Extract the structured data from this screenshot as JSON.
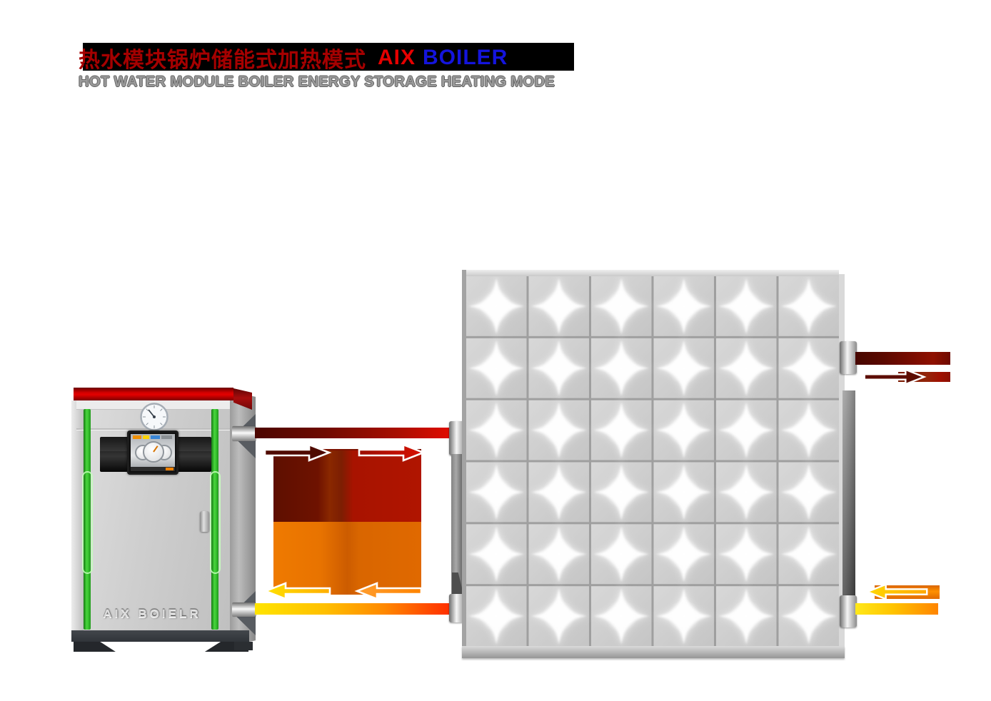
{
  "header": {
    "bar_color": "#000000",
    "title_cn": "热水模块锅炉储能式加热模式",
    "title_cn_color": "#a50000",
    "brand_word_1": "AIX",
    "brand_color_1": "#e60000",
    "brand_word_2": "BOILER",
    "brand_color_2": "#1414dd",
    "subtitle": "HOT WATER MODULE BOILER ENERGY STORAGE HEATING MODE",
    "subtitle_color": "#9a9a9a"
  },
  "boiler": {
    "brand_label": "AIX BOIELR",
    "cap_color": "#d40000",
    "accent_green": "#3ec433"
  },
  "heat_flow": {
    "supply_pipe": {
      "direction": "right",
      "colors": [
        "#4c0600",
        "#e20c00"
      ]
    },
    "return_pipe": {
      "direction": "left",
      "colors": [
        "#ffe400",
        "#ff2d00"
      ]
    },
    "hot_outlet_pipe": {
      "direction": "right",
      "colors": [
        "#460700",
        "#8f1000"
      ]
    },
    "cold_return_pipe": {
      "direction": "left",
      "colors": [
        "#ffe81a",
        "#ff8400"
      ]
    },
    "exchanger_hot_colors": [
      "#5e0f00",
      "#b01500"
    ],
    "exchanger_warm_colors": [
      "#ef7a00",
      "#e06900"
    ]
  },
  "arrows": [
    {
      "id": "supply-arrow-1",
      "direction": "right",
      "color": "#4f0a00"
    },
    {
      "id": "supply-arrow-2",
      "direction": "right",
      "color": "#d81000"
    },
    {
      "id": "return-arrow-1",
      "direction": "left",
      "color": "#ffe000"
    },
    {
      "id": "return-arrow-2",
      "direction": "left",
      "color": "#ff9d2e"
    },
    {
      "id": "hot-outlet-arrow",
      "direction": "right",
      "color": "#5c0c00"
    },
    {
      "id": "cold-return-arrow",
      "direction": "left",
      "color": "#ffd800"
    }
  ],
  "storage_module": {
    "rows": 6,
    "cols": 6,
    "tile_color_light": "#d8d8d8",
    "tile_color_dark": "#c5c5c5",
    "gap_color": "#9f9f9f",
    "star_color": "#ffffff"
  }
}
